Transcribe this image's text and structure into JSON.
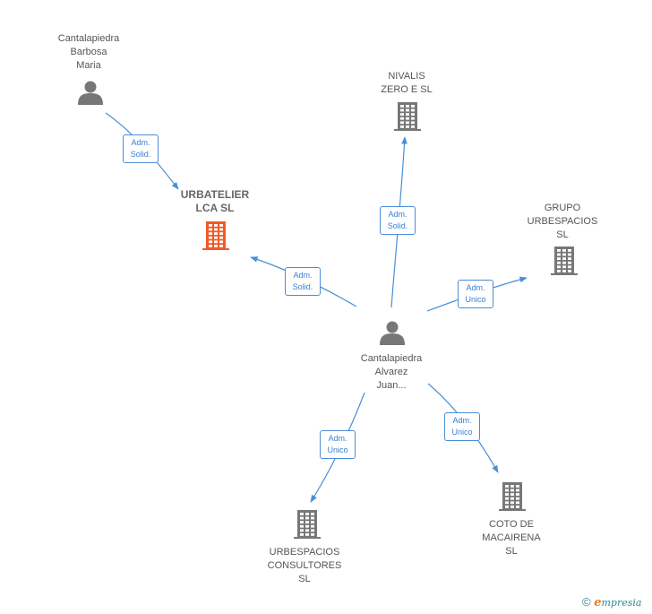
{
  "nodes": [
    {
      "id": "p1",
      "kind": "person",
      "lines": [
        "Cantalapiedra",
        "Barbosa",
        "Maria"
      ]
    },
    {
      "id": "c1",
      "kind": "company",
      "focus": true,
      "lines": [
        "URBATELIER",
        "LCA  SL"
      ]
    },
    {
      "id": "c2",
      "kind": "company",
      "lines": [
        "NIVALIS",
        "ZERO E  SL"
      ]
    },
    {
      "id": "c3",
      "kind": "company",
      "lines": [
        "GRUPO",
        "URBESPACIOS",
        "SL"
      ]
    },
    {
      "id": "p2",
      "kind": "person",
      "lines": [
        "Cantalapiedra",
        "Alvarez",
        "Juan..."
      ]
    },
    {
      "id": "c4",
      "kind": "company",
      "lines": [
        "URBESPACIOS",
        "CONSULTORES",
        "SL"
      ]
    },
    {
      "id": "c5",
      "kind": "company",
      "lines": [
        "COTO DE",
        "MACAIRENA",
        "SL"
      ]
    }
  ],
  "edges": [
    {
      "from": "p1",
      "to": "c1",
      "lines": [
        "Adm.",
        "Solid."
      ]
    },
    {
      "from": "p2",
      "to": "c1",
      "lines": [
        "Adm.",
        "Solid."
      ]
    },
    {
      "from": "p2",
      "to": "c2",
      "lines": [
        "Adm.",
        "Solid."
      ]
    },
    {
      "from": "p2",
      "to": "c3",
      "lines": [
        "Adm.",
        "Unico"
      ]
    },
    {
      "from": "p2",
      "to": "c4",
      "lines": [
        "Adm.",
        "Unico"
      ]
    },
    {
      "from": "p2",
      "to": "c5",
      "lines": [
        "Adm.",
        "Unico"
      ]
    }
  ],
  "colors": {
    "edge": "#4a8ed8",
    "person_icon": "#777777",
    "company_icon": "#777777",
    "focus_icon": "#f05a28"
  },
  "brand": {
    "symbol": "©",
    "initial": "e",
    "rest": "mpresia"
  }
}
